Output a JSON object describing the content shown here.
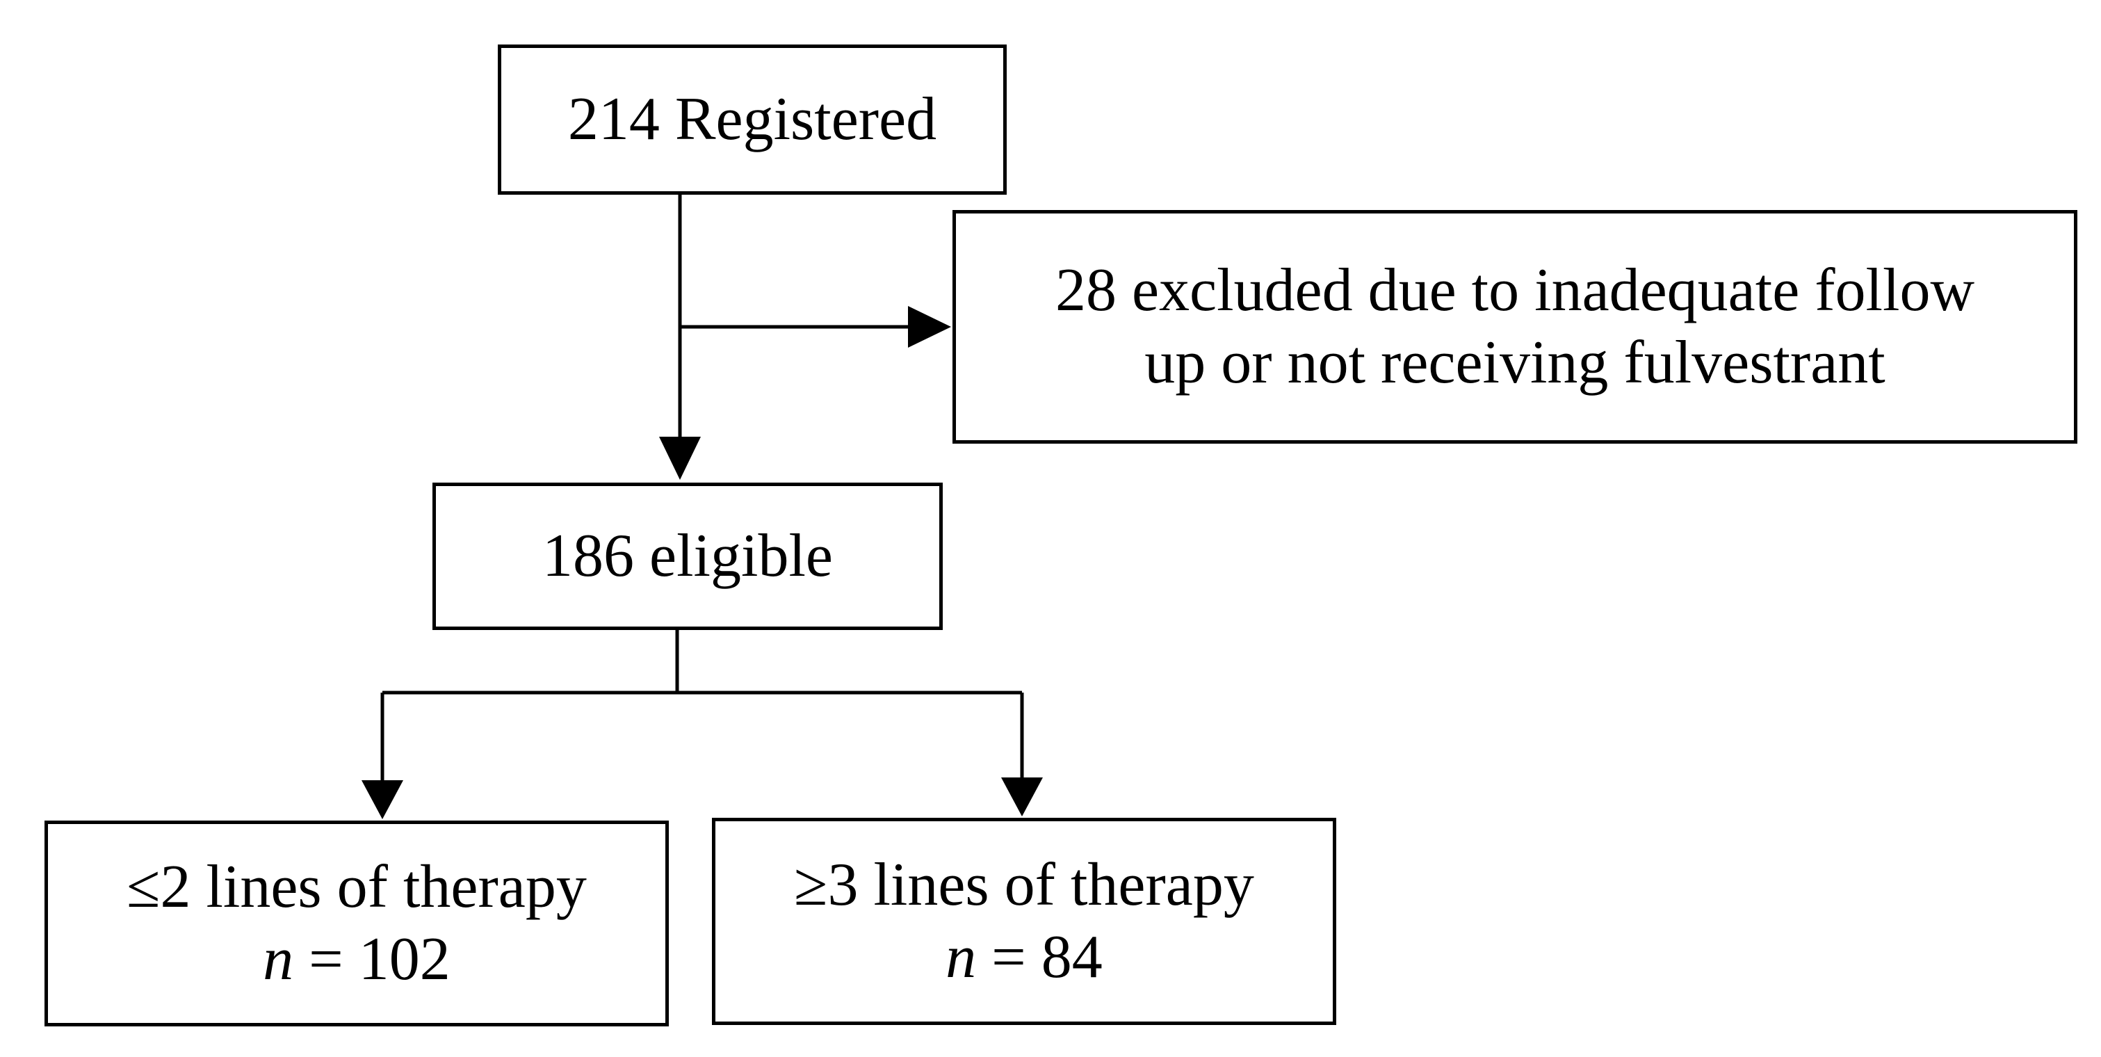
{
  "flowchart": {
    "registered": {
      "label": "214 Registered"
    },
    "excluded": {
      "line1": "28 excluded due to inadequate follow",
      "line2": "up or not receiving fulvestrant"
    },
    "eligible": {
      "label": "186 eligible"
    },
    "group_low": {
      "label": "≤2 lines of therapy",
      "n_symbol": "n",
      "n_value": " = 102"
    },
    "group_high": {
      "label": "≥3 lines of therapy",
      "n_symbol": "n",
      "n_value": " = 84"
    },
    "line_color": "#000000"
  }
}
